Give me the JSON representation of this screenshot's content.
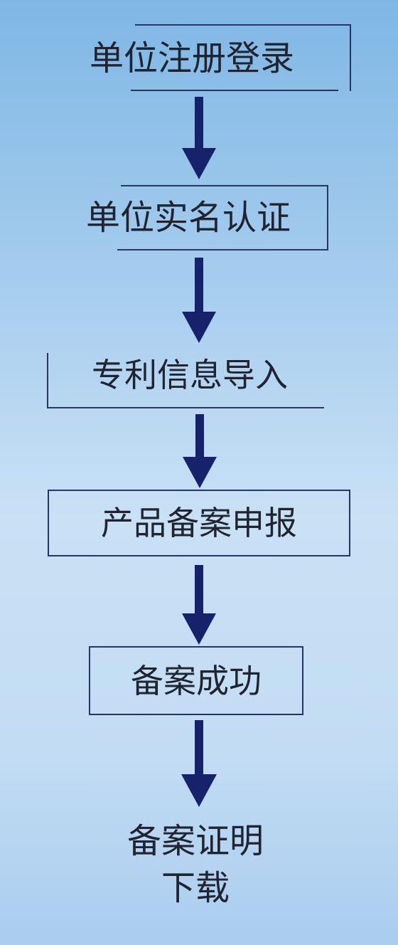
{
  "steps": [
    {
      "label": "单位注册登录"
    },
    {
      "label": "单位实名认证"
    },
    {
      "label": "专利信息导入"
    },
    {
      "label": "产品备案申报"
    },
    {
      "label": "备案成功"
    },
    {
      "label": "备案证明"
    },
    {
      "label": "下载"
    }
  ],
  "colors": {
    "text": "#1f2430",
    "frame": "#24346d",
    "arrow": "#16236b"
  }
}
